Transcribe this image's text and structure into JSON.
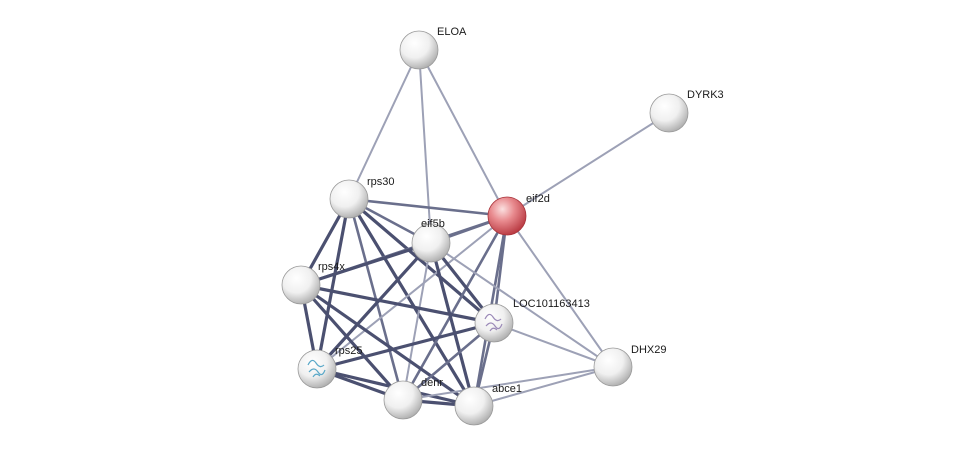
{
  "network": {
    "nodes": [
      {
        "id": "ELOA",
        "label": "ELOA",
        "color": "white",
        "icon": "none"
      },
      {
        "id": "DYRK3",
        "label": "DYRK3",
        "color": "white",
        "icon": "none"
      },
      {
        "id": "rps30",
        "label": "rps30",
        "color": "white",
        "icon": "none"
      },
      {
        "id": "eif2d",
        "label": "eif2d",
        "color": "red",
        "icon": "none"
      },
      {
        "id": "eif5b",
        "label": "eif5b",
        "color": "white",
        "icon": "none"
      },
      {
        "id": "rps4x",
        "label": "rps4x",
        "color": "white",
        "icon": "none"
      },
      {
        "id": "LOC101163413",
        "label": "LOC101163413",
        "color": "white",
        "icon": "protein-structure-icon"
      },
      {
        "id": "DHX29",
        "label": "DHX29",
        "color": "white",
        "icon": "none"
      },
      {
        "id": "rps25",
        "label": "rps25",
        "color": "white",
        "icon": "protein-structure-icon"
      },
      {
        "id": "denr",
        "label": "denr",
        "color": "white",
        "icon": "none"
      },
      {
        "id": "abce1",
        "label": "abce1",
        "color": "white",
        "icon": "none"
      }
    ],
    "edges": [
      {
        "source": "ELOA",
        "target": "rps30",
        "strength": "weak"
      },
      {
        "source": "ELOA",
        "target": "eif5b",
        "strength": "weak"
      },
      {
        "source": "ELOA",
        "target": "eif2d",
        "strength": "weak"
      },
      {
        "source": "DYRK3",
        "target": "eif2d",
        "strength": "weak"
      },
      {
        "source": "rps30",
        "target": "eif2d",
        "strength": "medium"
      },
      {
        "source": "rps30",
        "target": "eif5b",
        "strength": "medium"
      },
      {
        "source": "rps30",
        "target": "rps4x",
        "strength": "strong"
      },
      {
        "source": "rps30",
        "target": "rps25",
        "strength": "strong"
      },
      {
        "source": "rps30",
        "target": "denr",
        "strength": "medium"
      },
      {
        "source": "rps30",
        "target": "abce1",
        "strength": "strong"
      },
      {
        "source": "rps30",
        "target": "LOC101163413",
        "strength": "strong"
      },
      {
        "source": "eif2d",
        "target": "eif5b",
        "strength": "medium"
      },
      {
        "source": "eif2d",
        "target": "rps4x",
        "strength": "medium"
      },
      {
        "source": "eif2d",
        "target": "rps25",
        "strength": "weak"
      },
      {
        "source": "eif2d",
        "target": "LOC101163413",
        "strength": "medium"
      },
      {
        "source": "eif2d",
        "target": "denr",
        "strength": "medium"
      },
      {
        "source": "eif2d",
        "target": "abce1",
        "strength": "medium"
      },
      {
        "source": "eif2d",
        "target": "DHX29",
        "strength": "weak"
      },
      {
        "source": "eif5b",
        "target": "rps4x",
        "strength": "strong"
      },
      {
        "source": "eif5b",
        "target": "rps25",
        "strength": "strong"
      },
      {
        "source": "eif5b",
        "target": "denr",
        "strength": "weak"
      },
      {
        "source": "eif5b",
        "target": "abce1",
        "strength": "strong"
      },
      {
        "source": "eif5b",
        "target": "LOC101163413",
        "strength": "strong"
      },
      {
        "source": "eif5b",
        "target": "DHX29",
        "strength": "weak"
      },
      {
        "source": "rps4x",
        "target": "rps25",
        "strength": "strong"
      },
      {
        "source": "rps4x",
        "target": "denr",
        "strength": "strong"
      },
      {
        "source": "rps4x",
        "target": "abce1",
        "strength": "strong"
      },
      {
        "source": "rps4x",
        "target": "LOC101163413",
        "strength": "strong"
      },
      {
        "source": "rps25",
        "target": "denr",
        "strength": "strong"
      },
      {
        "source": "rps25",
        "target": "abce1",
        "strength": "strong"
      },
      {
        "source": "rps25",
        "target": "LOC101163413",
        "strength": "strong"
      },
      {
        "source": "LOC101163413",
        "target": "denr",
        "strength": "medium"
      },
      {
        "source": "LOC101163413",
        "target": "abce1",
        "strength": "medium"
      },
      {
        "source": "LOC101163413",
        "target": "DHX29",
        "strength": "weak"
      },
      {
        "source": "denr",
        "target": "abce1",
        "strength": "strong"
      },
      {
        "source": "denr",
        "target": "DHX29",
        "strength": "weak"
      },
      {
        "source": "abce1",
        "target": "DHX29",
        "strength": "weak"
      }
    ]
  },
  "colors": {
    "edge_strong": "#4b5070",
    "edge_medium": "#6a6f8c",
    "edge_weak": "#9da1b6",
    "node_white_light": "#ffffff",
    "node_white_dark": "#b4b4b4",
    "node_red_light": "#f6c4c4",
    "node_red_dark": "#c9424a",
    "label_text": "#1a1a1a"
  }
}
